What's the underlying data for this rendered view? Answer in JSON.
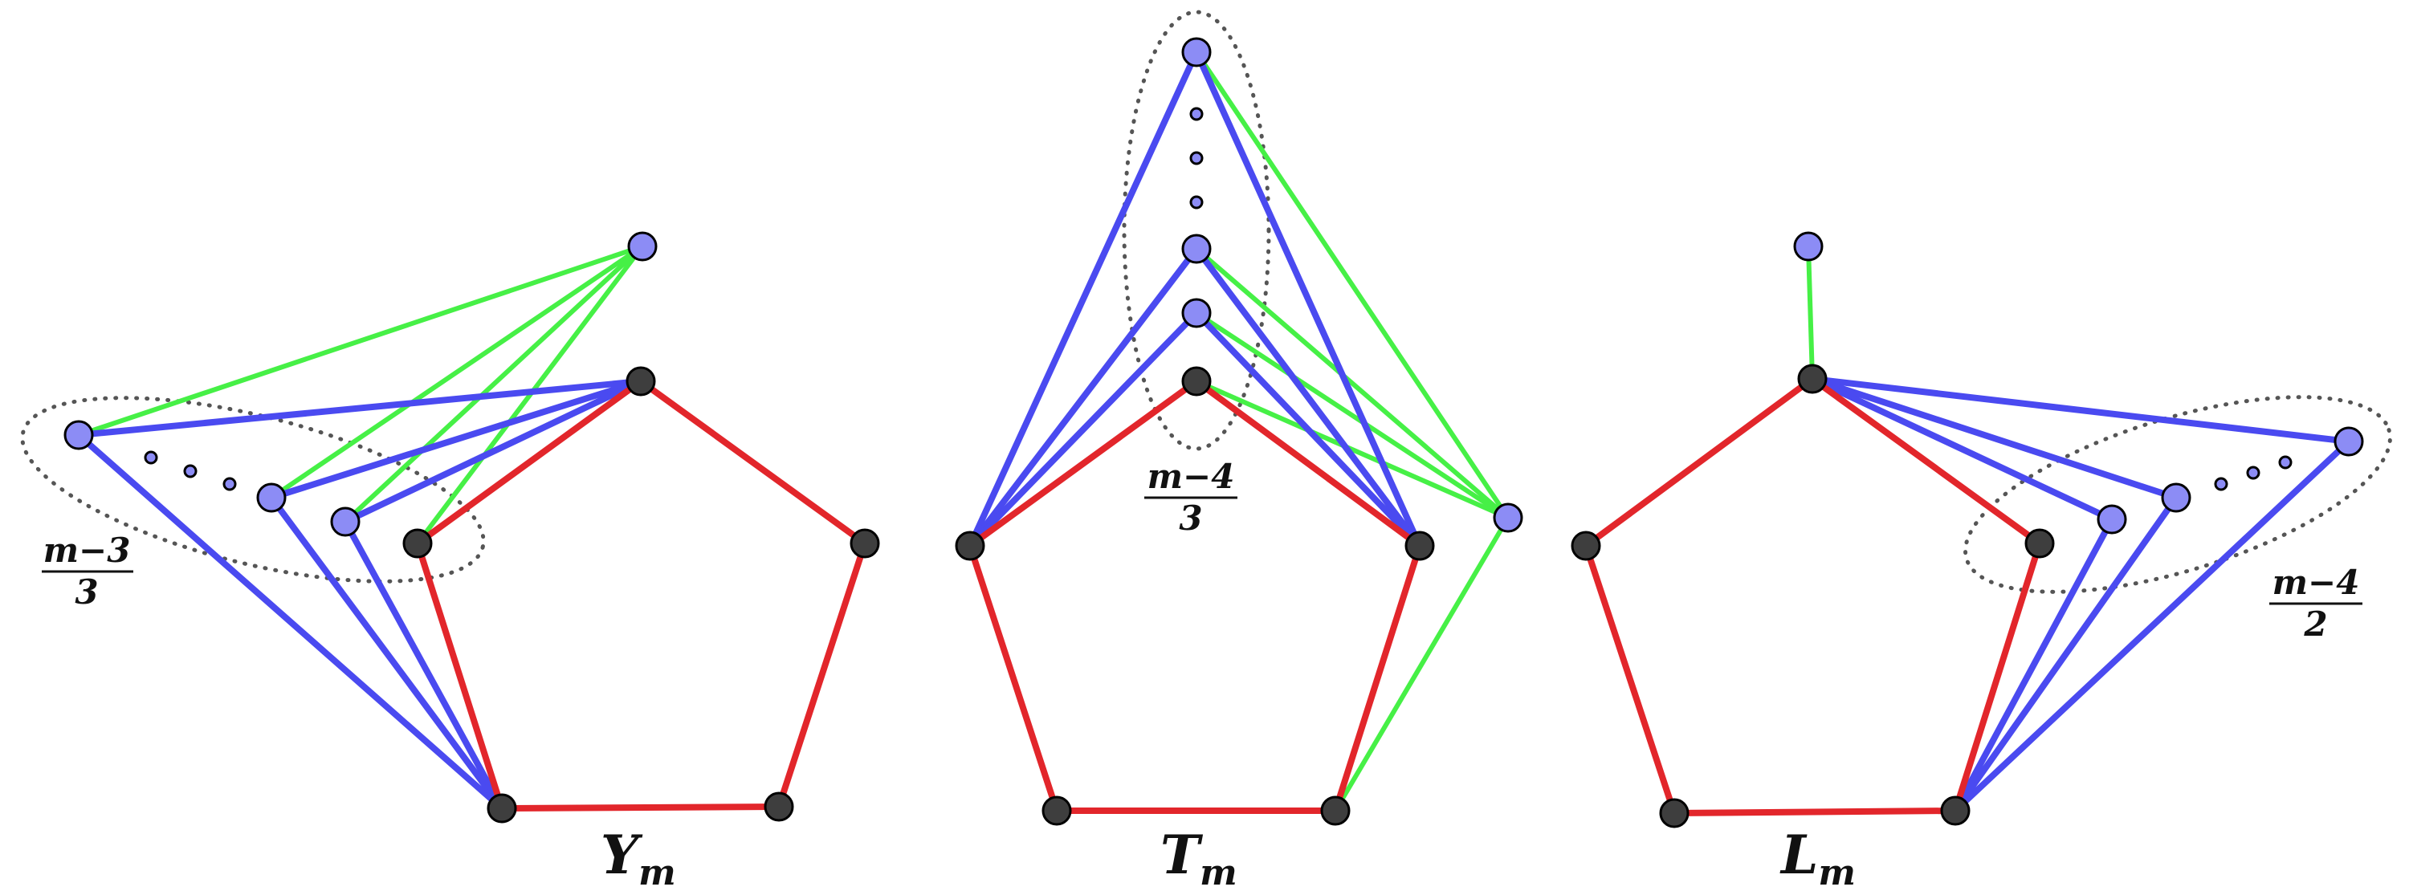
{
  "graphs": [
    {
      "name": "Y",
      "subscript": "m",
      "fraction": {
        "numerator": "m−3",
        "denominator": "3"
      }
    },
    {
      "name": "T",
      "subscript": "m",
      "fraction": {
        "numerator": "m−4",
        "denominator": "3"
      }
    },
    {
      "name": "L",
      "subscript": "m",
      "fraction": {
        "numerator": "m−4",
        "denominator": "2"
      }
    }
  ],
  "colors": {
    "cycle_edge": "#e2262b",
    "blue_edge": "#4a4af0",
    "green_edge": "#46f046",
    "dark_node": "#3e3e3e",
    "blue_node": "#8c8cf5"
  }
}
